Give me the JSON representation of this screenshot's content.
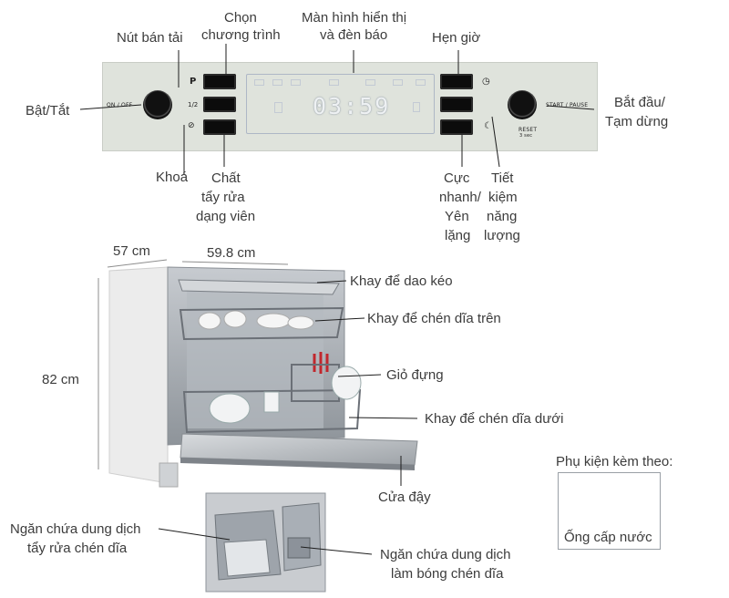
{
  "panel": {
    "display_time": "03:59",
    "on_off_text": "ON / OFF",
    "start_pause_text": "START / PAUSE",
    "reset_text": "RESET",
    "reset_sub": "3 sec",
    "program_symbol": "P",
    "half_load_symbol": "1/2",
    "lock_symbol": "⊘",
    "timer_symbol": "◷",
    "eco_symbol": "☾"
  },
  "callouts": {
    "power": "Bật/Tắt",
    "half_load_line1": "Nút bán tải",
    "program_line1": "Chọn",
    "program_line2": "chương trình",
    "display_line1": "Màn hình hiển thị",
    "display_line2": "và đèn báo",
    "timer": "Hẹn giờ",
    "start_line1": "Bắt đầu/",
    "start_line2": "Tạm dừng",
    "lock": "Khoá",
    "tablet_line1": "Chất",
    "tablet_line2": "tẩy rửa",
    "tablet_line3": "dạng viên",
    "quick_line1": "Cực",
    "quick_line2": "nhanh/",
    "quick_line3": "Yên",
    "quick_line4": "lặng",
    "eco_line1": "Tiết",
    "eco_line2": "kiệm",
    "eco_line3": "năng",
    "eco_line4": "lượng"
  },
  "dimensions": {
    "depth": "57 cm",
    "width": "59.8 cm",
    "height": "82 cm"
  },
  "parts": {
    "cutlery_tray": "Khay để dao kéo",
    "upper_rack": "Khay để chén dĩa trên",
    "basket": "Giỏ đựng",
    "lower_rack": "Khay để chén dĩa dưới",
    "door": "Cửa đậy",
    "detergent_line1": "Ngăn chứa dung dịch",
    "detergent_line2": "tẩy rửa chén dĩa",
    "rinse_line1": "Ngăn chứa dung dịch",
    "rinse_line2": "làm bóng chén dĩa"
  },
  "accessory": {
    "heading": "Phụ kiện kèm theo:",
    "item": "Ống cấp nước"
  },
  "colors": {
    "panel_bg": "#dfe3dc",
    "button": "#0c0c0c",
    "display_border": "#aeb7c6",
    "leader_line": "#1e1e1e",
    "steel": "#b8bcc0"
  }
}
